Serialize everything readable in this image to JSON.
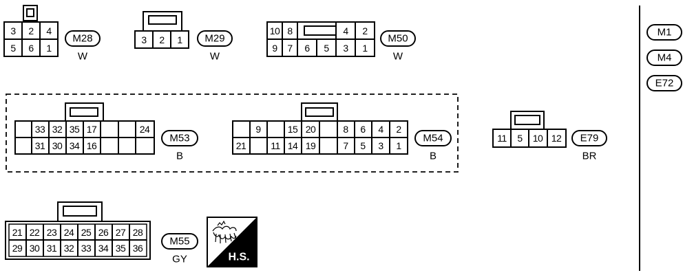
{
  "connectors": [
    {
      "id": "M28",
      "color": "W",
      "rows": [
        [
          "3",
          "2",
          "4"
        ],
        [
          "5",
          "6",
          "1"
        ]
      ]
    },
    {
      "id": "M29",
      "color": "W",
      "rows": [
        [
          "3",
          "2",
          "1"
        ]
      ]
    },
    {
      "id": "M50",
      "color": "W",
      "rows": [
        [
          "10",
          "8",
          "",
          "",
          "",
          "4",
          "2"
        ],
        [
          "9",
          "7",
          "6",
          "5",
          "3",
          "1"
        ]
      ]
    },
    {
      "id": "M53",
      "color": "B",
      "rows": [
        [
          "",
          "33",
          "32",
          "35",
          "17",
          "",
          "",
          "24"
        ],
        [
          "",
          "31",
          "30",
          "34",
          "16",
          "",
          "",
          ""
        ]
      ]
    },
    {
      "id": "M54",
      "color": "B",
      "rows": [
        [
          "",
          "9",
          "",
          "15",
          "20",
          "",
          "8",
          "6",
          "4",
          "2"
        ],
        [
          "21",
          "",
          "11",
          "14",
          "19",
          "",
          "7",
          "5",
          "3",
          "1"
        ]
      ]
    },
    {
      "id": "E79",
      "color": "BR",
      "rows": [
        [
          "11",
          "5",
          "10",
          "12"
        ]
      ]
    },
    {
      "id": "M55",
      "color": "GY",
      "rows": [
        [
          "21",
          "22",
          "23",
          "24",
          "25",
          "26",
          "27",
          "28"
        ],
        [
          "29",
          "30",
          "31",
          "32",
          "33",
          "34",
          "35",
          "36"
        ]
      ]
    }
  ],
  "side_tags": [
    "M1",
    "M4",
    "E72"
  ],
  "hs_badge": {
    "label": "H.S."
  }
}
